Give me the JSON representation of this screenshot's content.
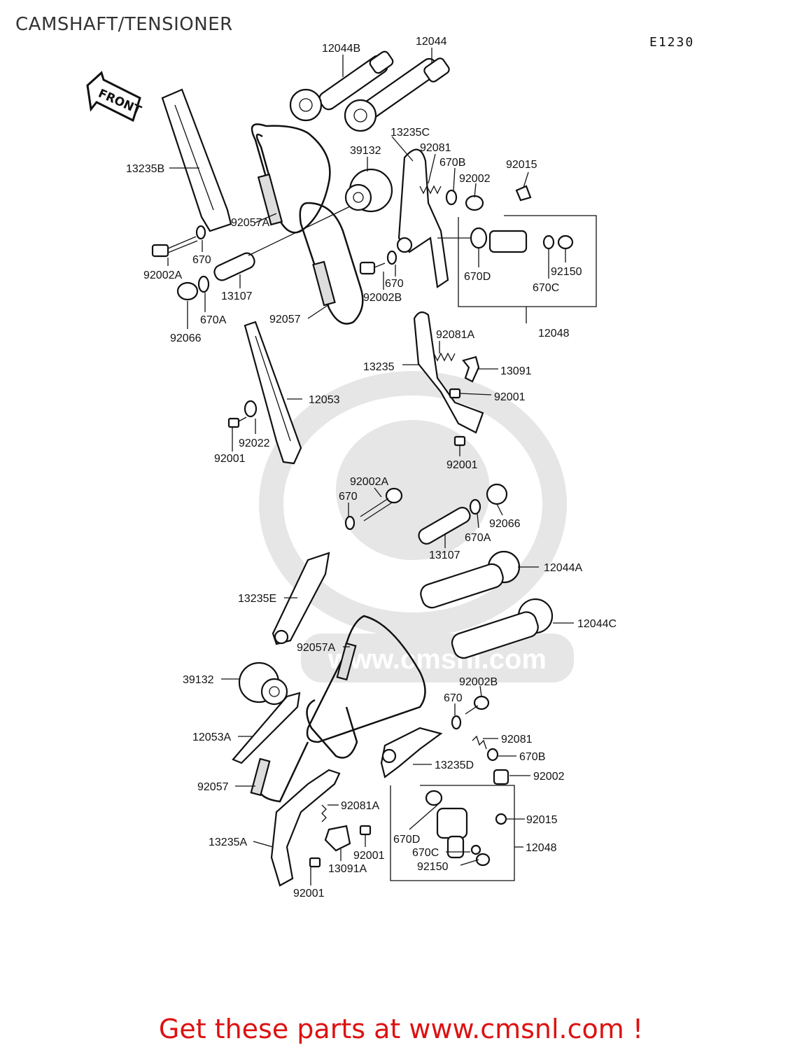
{
  "title": "CAMSHAFT/TENSIONER",
  "diagram_code": "E1230",
  "front_label": "FRONT",
  "watermark": "www.cmsnl.com",
  "footer": "Get these parts at www.cmsnl.com !",
  "labels": {
    "l_12044B": "12044B",
    "l_12044": "12044",
    "l_13235B": "13235B",
    "l_13235C": "13235C",
    "l_39132_top": "39132",
    "l_92081": "92081",
    "l_670B": "670B",
    "l_92015": "92015",
    "l_92002": "92002",
    "l_92057A_top": "92057A",
    "l_670_top": "670",
    "l_92002A_top": "92002A",
    "l_13107_top": "13107",
    "l_670A_top": "670A",
    "l_92066_top": "92066",
    "l_92057_top": "92057",
    "l_670_mid": "670",
    "l_92002B_top": "92002B",
    "l_670D_top": "670D",
    "l_670C_top": "670C",
    "l_92150_top": "92150",
    "l_12048_top": "12048",
    "l_92081A_top": "92081A",
    "l_13235": "13235",
    "l_13091": "13091",
    "l_92001_r1": "92001",
    "l_92001_r2": "92001",
    "l_12053": "12053",
    "l_92022": "92022",
    "l_92001_l": "92001",
    "l_92002A_bot": "92002A",
    "l_670_bot": "670",
    "l_92066_bot": "92066",
    "l_670A_bot": "670A",
    "l_13107_bot": "13107",
    "l_12044A": "12044A",
    "l_13235E": "13235E",
    "l_12044C": "12044C",
    "l_92057A_bot": "92057A",
    "l_39132_bot": "39132",
    "l_92002B_bot": "92002B",
    "l_670_bot2": "670",
    "l_12053A": "12053A",
    "l_92081_bot": "92081",
    "l_670B_bot": "670B",
    "l_13235D": "13235D",
    "l_92002_bot": "92002",
    "l_92057_bot": "92057",
    "l_92081A_bot": "92081A",
    "l_92015_bot": "92015",
    "l_670D_bot": "670D",
    "l_12048_bot": "12048",
    "l_13235A": "13235A",
    "l_670C_bot": "670C",
    "l_92001_b1": "92001",
    "l_13091A": "13091A",
    "l_92150_bot": "92150",
    "l_92001_b2": "92001"
  }
}
